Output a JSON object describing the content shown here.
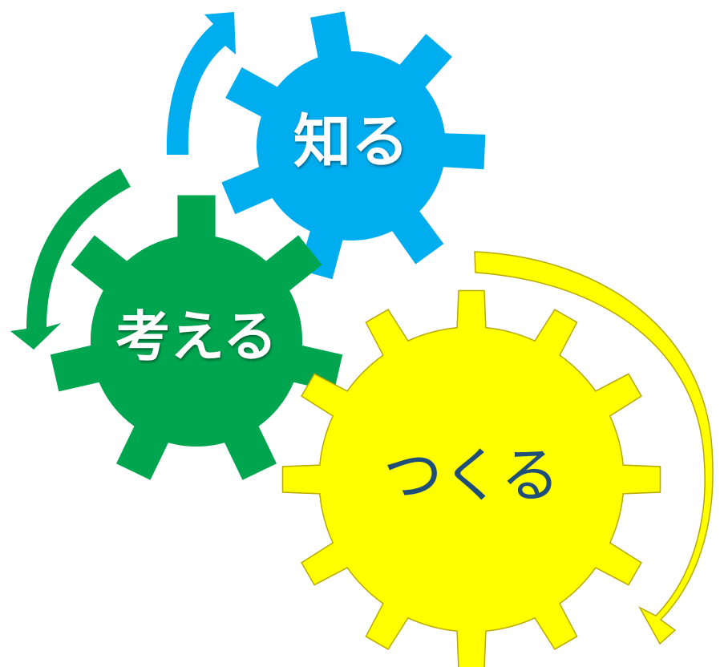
{
  "gears": {
    "know": {
      "label": "知る",
      "color": "#00ADEF",
      "text_color": "#ffffff",
      "teeth": 7
    },
    "think": {
      "label": "考える",
      "color": "#00A54F",
      "text_color": "#ffffff",
      "teeth": 7
    },
    "make": {
      "label": "つくる",
      "color": "#FFFF00",
      "text_color": "#1F4E79",
      "teeth": 12
    }
  },
  "arrows": {
    "blue": {
      "color": "#00ADEF"
    },
    "green": {
      "color": "#00A54F"
    },
    "yellow": {
      "color": "#FFFF00"
    }
  }
}
